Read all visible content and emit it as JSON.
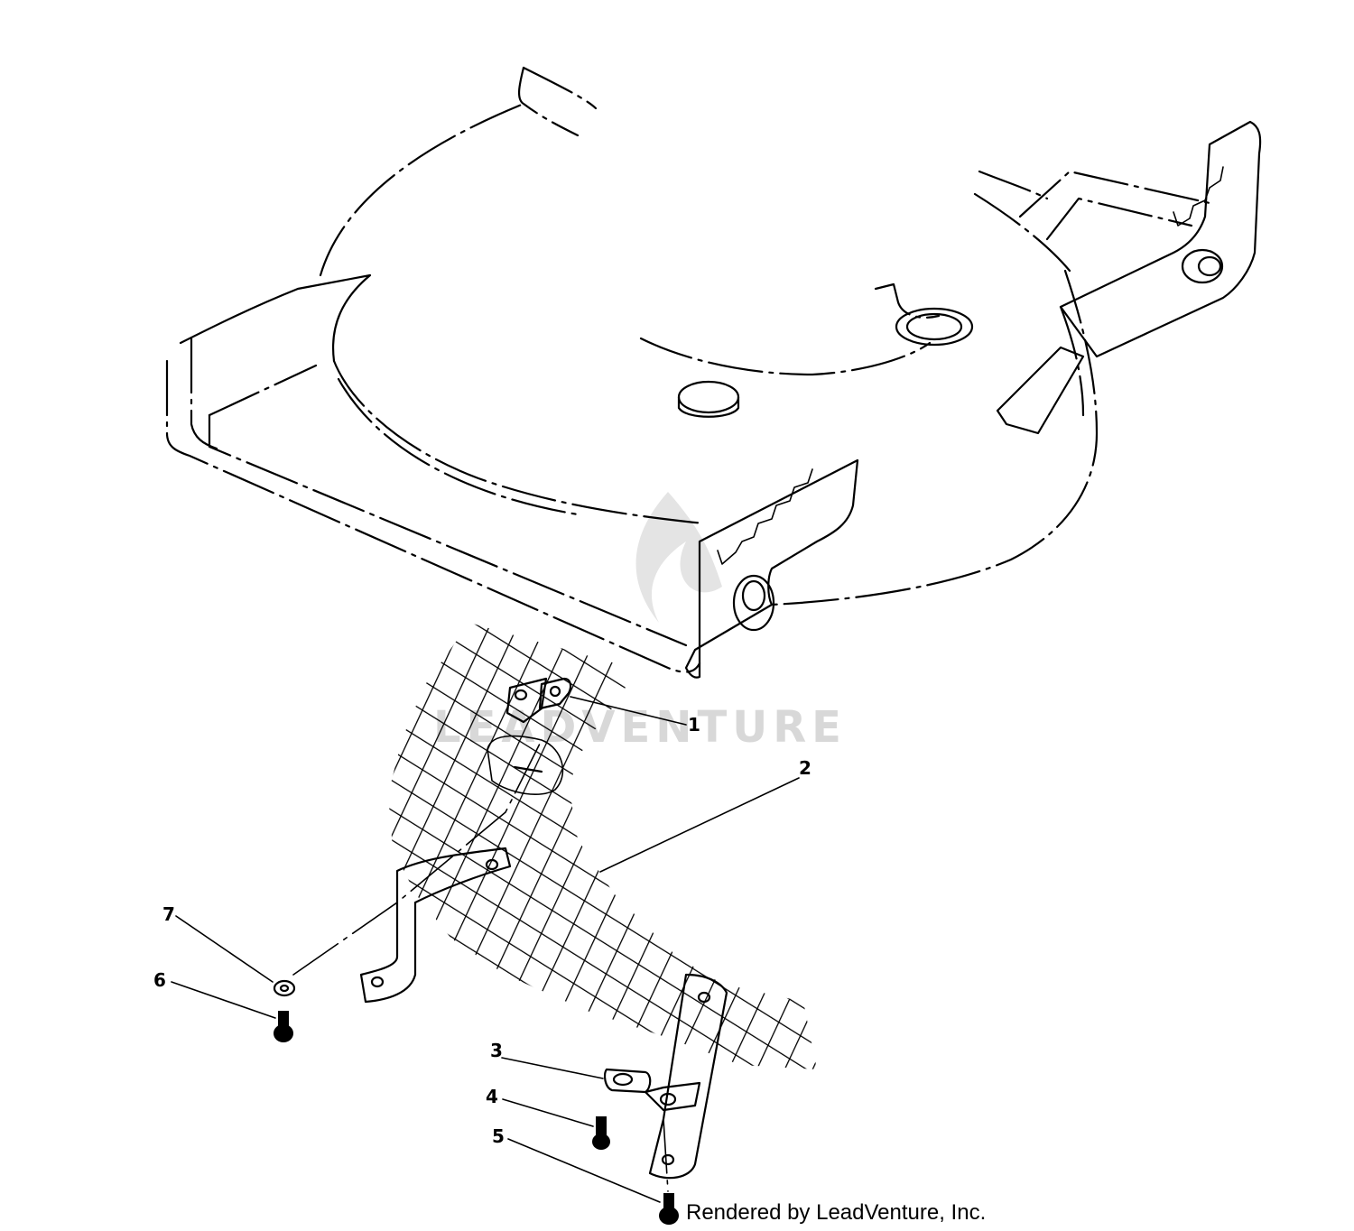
{
  "diagram": {
    "watermark": "LEADVENTURE",
    "credit": "Rendered by LeadVenture, Inc.",
    "parts": [
      {
        "ref": "1",
        "name": "bracket"
      },
      {
        "ref": "2",
        "name": "leaf-shield-screen"
      },
      {
        "ref": "3",
        "name": "bracket"
      },
      {
        "ref": "4",
        "name": "screw"
      },
      {
        "ref": "5",
        "name": "screw"
      },
      {
        "ref": "6",
        "name": "screw"
      },
      {
        "ref": "7",
        "name": "washer"
      }
    ],
    "colors": {
      "ink": "#000000",
      "watermark": "#d8d8d8",
      "background": "#ffffff"
    }
  }
}
